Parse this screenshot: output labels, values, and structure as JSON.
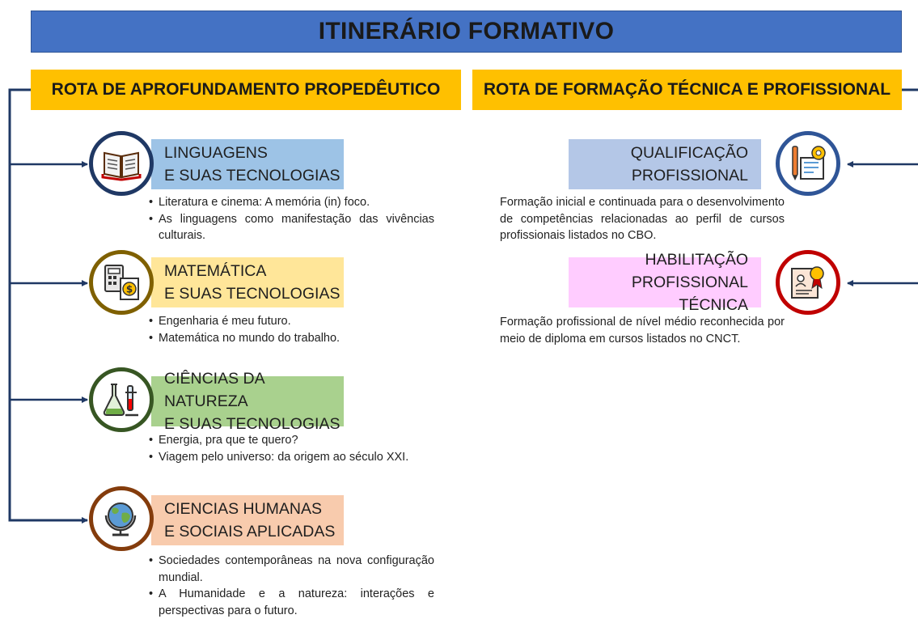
{
  "title": "ITINERÁRIO FORMATIVO",
  "colors": {
    "title_bg": "#4472c4",
    "route_bg": "#ffc000",
    "connector": "#1f3864",
    "linguagens_box": "#9dc3e6",
    "linguagens_ring": "#1f3864",
    "matematica_box": "#ffe699",
    "matematica_ring": "#7f6000",
    "ciencias_natureza_box": "#a9d18e",
    "ciencias_natureza_ring": "#375623",
    "ciencias_humanas_box": "#f8cbad",
    "ciencias_humanas_ring": "#843c0c",
    "qualificacao_box": "#b4c7e7",
    "qualificacao_ring": "#2f5597",
    "habilitacao_box": "#ffccff",
    "habilitacao_ring": "#c00000"
  },
  "left_route": {
    "title": "ROTA DE APROFUNDAMENTO PROPEDÊUTICO",
    "areas": [
      {
        "line1": "LINGUAGENS",
        "line2": "E SUAS TECNOLOGIAS",
        "icon": "book-icon",
        "items": [
          "Literatura e cinema: A memória (in) foco.",
          "As linguagens como manifestação das vivências culturais."
        ]
      },
      {
        "line1": "MATEMÁTICA",
        "line2": "E SUAS TECNOLOGIAS",
        "icon": "calculator-money-icon",
        "items": [
          "Engenharia é meu futuro.",
          "Matemática no mundo do trabalho."
        ]
      },
      {
        "line1": "CIÊNCIAS DA NATUREZA",
        "line2": "E SUAS TECNOLOGIAS",
        "icon": "lab-flask-icon",
        "items": [
          "Energia, pra que te quero?",
          "Viagem pelo universo: da origem ao século XXI."
        ]
      },
      {
        "line1": "CIENCIAS HUMANAS",
        "line2": "E SOCIAIS APLICADAS",
        "icon": "globe-icon",
        "items": [
          "Sociedades contemporâneas na nova configuração mundial.",
          "A Humanidade e a natureza: interações e perspectivas para o futuro."
        ]
      }
    ]
  },
  "right_route": {
    "title": "ROTA DE FORMAÇÃO TÉCNICA E PROFISSIONAL",
    "areas": [
      {
        "line1": "QUALIFICAÇÃO",
        "line2": "PROFISSIONAL",
        "icon": "tools-document-icon",
        "description": "Formação inicial e continuada para o desenvolvimento de competências relacionadas ao perfil de cursos profissionais listados no CBO."
      },
      {
        "line1": "HABILITAÇÃO",
        "line2": "PROFISSIONAL TÉCNICA",
        "icon": "certificate-icon",
        "description": "Formação profissional de nível médio reconhecida por meio de diploma em cursos listados no CNCT."
      }
    ]
  }
}
